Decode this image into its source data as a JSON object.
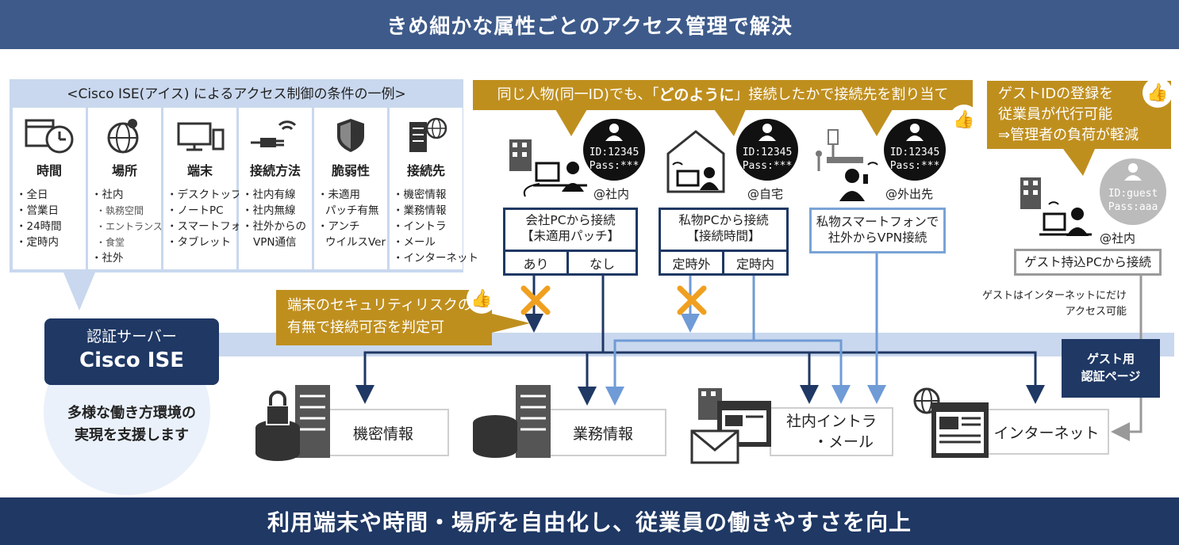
{
  "header": {
    "title": "きめ細かな属性ごとのアクセス管理で解決"
  },
  "footer": {
    "title": "利用端末や時間・場所を自由化し、従業員の働きやすさを向上"
  },
  "conditions": {
    "title": "<Cisco ISE(アイス) によるアクセス制御の条件の一例>",
    "columns": [
      {
        "icon": "calendar-clock-icon",
        "heading": "時間",
        "items": [
          "・全日",
          "・営業日",
          "・24時間",
          "・定時内"
        ]
      },
      {
        "icon": "globe-pin-icon",
        "heading": "場所",
        "items": [
          "・社内"
        ],
        "subitems": [
          "・執務空間",
          "・エントランス",
          "・食堂"
        ],
        "items_after": [
          "・社外"
        ]
      },
      {
        "icon": "devices-icon",
        "heading": "端末",
        "items": [
          "・デスクトップ",
          "・ノートPC",
          "・スマートフォン",
          "・タブレット"
        ]
      },
      {
        "icon": "plug-wifi-icon",
        "heading": "接続方法",
        "items": [
          "・社内有線",
          "・社内無線",
          "・社外からの",
          "  VPN通信"
        ]
      },
      {
        "icon": "shield-icon",
        "heading": "脆弱性",
        "items": [
          "・未適用",
          "  パッチ有無",
          "・アンチ",
          "  ウイルスVer"
        ]
      },
      {
        "icon": "server-globe-icon",
        "heading": "接続先",
        "items": [
          "・機密情報",
          "・業務情報",
          "・イントラ",
          "・メール",
          "・インターネット"
        ]
      }
    ]
  },
  "callouts": {
    "same_person_pre": "同じ人物(同一ID)でも、「",
    "same_person_bold": "どのように",
    "same_person_post": "」接続したかで接続先を割り当て",
    "guest_line1": "ゲストIDの登録を",
    "guest_line2": "従業員が代行可能",
    "guest_line3": "⇒管理者の負荷が軽減",
    "risk_line1": "端末のセキュリティリスクの",
    "risk_line2": "有無で接続可否を判定可"
  },
  "users": [
    {
      "id": "ID:12345",
      "pass": "Pass:***",
      "location": "@社内"
    },
    {
      "id": "ID:12345",
      "pass": "Pass:***",
      "location": "@自宅"
    },
    {
      "id": "ID:12345",
      "pass": "Pass:***",
      "location": "@外出先"
    },
    {
      "id": "ID:guest",
      "pass": "Pass:aaa",
      "location": "@社内"
    }
  ],
  "scenarios": {
    "company_pc": {
      "line1": "会社PCから接続",
      "line2": "【未適用パッチ】",
      "opt1": "あり",
      "opt2": "なし"
    },
    "private_pc": {
      "line1": "私物PCから接続",
      "line2": "【接続時間】",
      "opt1": "定時外",
      "opt2": "定時内"
    },
    "smartphone": {
      "line1": "私物スマートフォンで",
      "line2": "社外からVPN接続"
    },
    "guest_pc": {
      "line1": "ゲスト持込PCから接続"
    }
  },
  "guest_note": {
    "line1": "ゲストはインターネットにだけ",
    "line2": "アクセス可能"
  },
  "guest_page": {
    "line1": "ゲスト用",
    "line2": "認証ページ"
  },
  "server": {
    "line1": "認証サーバー",
    "line2": "Cisco ISE"
  },
  "support": {
    "line1": "多様な働き方環境の",
    "line2": "実現を支援します"
  },
  "resources": [
    {
      "label": "機密情報"
    },
    {
      "label": "業務情報"
    },
    {
      "label_line1": "社内イントラ",
      "label_line2": "・メール"
    },
    {
      "label": "インターネット"
    }
  ],
  "colors": {
    "navy": "#1f3864",
    "blue": "#3d5a8a",
    "light_blue": "#7aa3d6",
    "gold": "#bf8f1e",
    "orange_x": "#f0a020"
  }
}
